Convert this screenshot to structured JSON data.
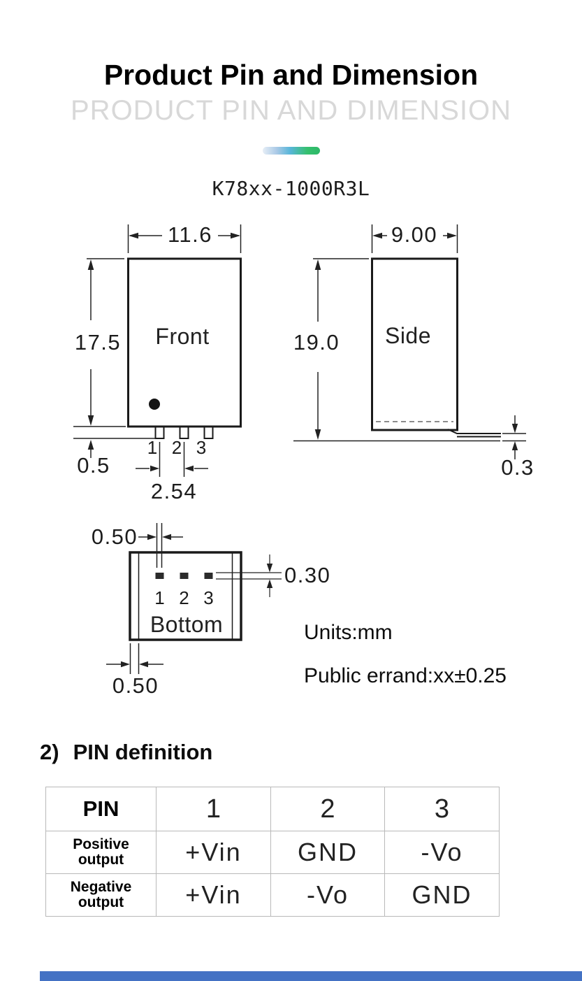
{
  "page": {
    "title": "Product Pin and Dimension",
    "subtitle": "PRODUCT PIN AND DIMENSION",
    "part_number": "K78xx-1000R3L",
    "units_note": "Units:mm",
    "tolerance_note": "Public errand:xx±0.25"
  },
  "section": {
    "number": "2)",
    "label": "PIN definition"
  },
  "drawing": {
    "front": {
      "label": "Front",
      "width": "11.6",
      "height": "17.5",
      "pin_length": "0.5",
      "pin_pitch": "2.54",
      "pins": [
        "1",
        "2",
        "3"
      ]
    },
    "side": {
      "label": "Side",
      "width": "9.00",
      "height": "19.0",
      "lead_thickness": "0.3"
    },
    "bottom": {
      "label": "Bottom",
      "pin_width": "0.50",
      "pin_thickness": "0.30",
      "edge_offset": "0.50",
      "pins": [
        "1",
        "2",
        "3"
      ]
    }
  },
  "pin_table": {
    "headers": [
      "PIN",
      "1",
      "2",
      "3"
    ],
    "rows": [
      {
        "label": "Positive output",
        "values": [
          "+Vin",
          "GND",
          "-Vo"
        ]
      },
      {
        "label": "Negative output",
        "values": [
          "+Vin",
          "-Vo",
          "GND"
        ]
      }
    ]
  },
  "colors": {
    "accent_bar": "#4472c4",
    "subtitle_gray": "#d8d8d8",
    "gradient_start": "#e7eef6",
    "gradient_mid": "#58b6d9",
    "gradient_end": "#2db868",
    "drawing_stroke": "#1a1a1a"
  }
}
